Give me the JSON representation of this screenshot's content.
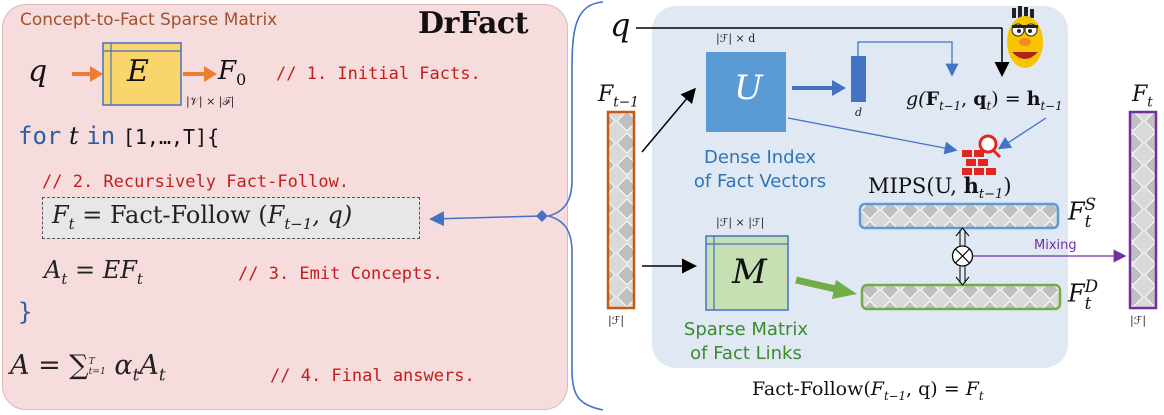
{
  "left": {
    "header": "Concept-to-Fact Sparse Matrix",
    "logo": "DrFact",
    "q": "q",
    "E": "E",
    "F0_base": "F",
    "F0_sub": "0",
    "dim_E": "|𝒱| × |ℱ|",
    "comment1": "// 1. Initial Facts.",
    "for_kw": "for",
    "for_var": "t",
    "in_kw": "in",
    "range": "[1,…,T]{",
    "comment2": "// 2. Recursively Fact-Follow.",
    "line3": {
      "F": "F",
      "t": "t",
      "eq": " = Fact-Follow (",
      "F2": "F",
      "sub2": "t−1",
      "rest": ", q)"
    },
    "line4": {
      "A": "A",
      "t": "t",
      "eq": " = EF",
      "t2": "t"
    },
    "comment3": "// 3. Emit Concepts.",
    "close_brace": "}",
    "final": {
      "A": "A",
      "eq": " = ∑",
      "sup": "T",
      "sub": "t=1",
      "alpha": " α",
      "t1": "t",
      "A2": "A",
      "t2": "t"
    },
    "comment4": "// 4. Final answers."
  },
  "right": {
    "q": "q",
    "Ft1": "F",
    "Ft1_sub": "t−1",
    "Ft": "F",
    "Ft_sub": "t",
    "U": "U",
    "dim_U": "|ℱ| × d",
    "d_label": "d",
    "g_eq": "g(𝐅t−1, 𝐪t) = 𝐡t−1",
    "g_pre": "g(",
    "g_F": "𝐅",
    "g_F_sub": "t−1",
    "g_mid": ", ",
    "g_q": "𝐪",
    "g_q_sub": "t",
    "g_post": ") = ",
    "g_h": "𝐡",
    "g_h_sub": "t−1",
    "dense_label_1": "Dense Index",
    "dense_label_2": "of Fact Vectors",
    "mips": "MIPS(U, ",
    "mips_h": "𝐡",
    "mips_sub": "t−1",
    "mips_close": ")",
    "FtS": "F",
    "FtS_sub": "t",
    "FtS_sup": "S",
    "FtD": "F",
    "FtD_sub": "t",
    "FtD_sup": "D",
    "mixing": "Mixing",
    "dim_M": "|ℱ| × |ℱ|",
    "M": "M",
    "sparse_label_1": "Sparse Matrix",
    "sparse_label_2": "of Fact Links",
    "F_bar_left": "|ℱ|",
    "F_bar_right": "|ℱ|",
    "caption_pre": "Fact-Follow(",
    "caption_F": "F",
    "caption_sub": "t−1",
    "caption_mid": ", q) = ",
    "caption_F2": "F",
    "caption_sub2": "t"
  },
  "colors": {
    "left_bg": "#f6dcdc",
    "right_bg": "#dfe8f3",
    "E_fill": "#f9d56b",
    "U_fill": "#5b9bd5",
    "M_fill": "#c6e0b4",
    "left_bar": "#c55a11",
    "right_bar": "#7030a0",
    "S_border": "#5b9bd5",
    "D_border": "#70ad47"
  }
}
